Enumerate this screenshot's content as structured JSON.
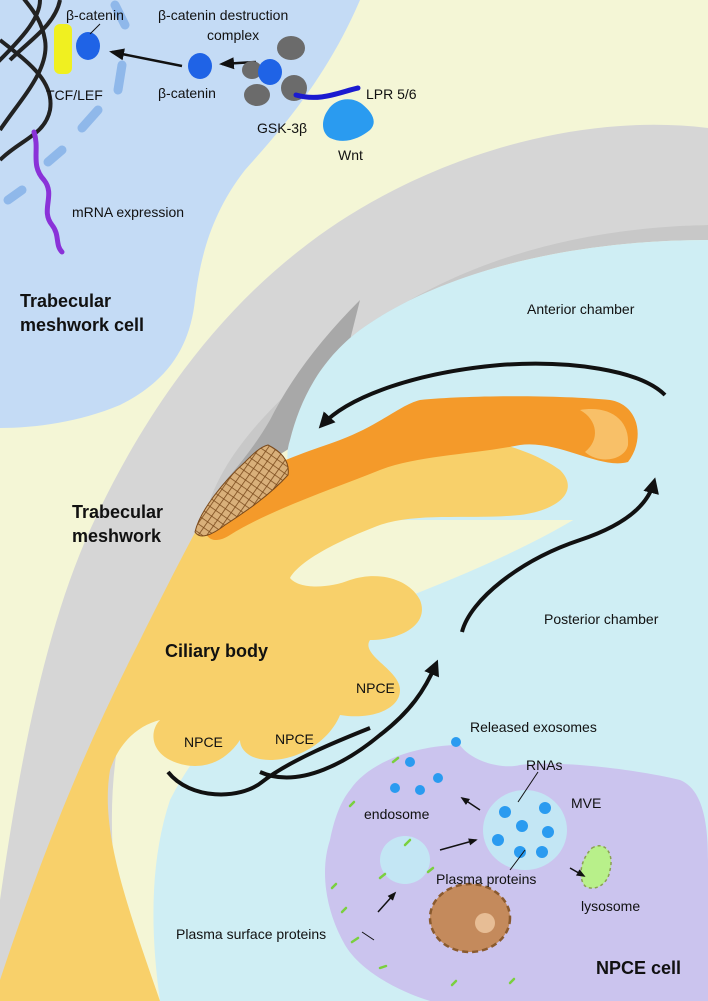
{
  "labels": {
    "beta_catenin_top": "β-catenin",
    "destruction_complex_line1": "β-catenin destruction",
    "destruction_complex_line2": "complex",
    "tcf_lef": "TCF/LEF",
    "beta_catenin_mid": "β-catenin",
    "gsk3b": "GSK-3β",
    "lpr": "LPR 5/6",
    "wnt": "Wnt",
    "mrna": "mRNA expression",
    "tm_cell_line1": "Trabecular",
    "tm_cell_line2": "meshwork cell",
    "anterior_chamber": "Anterior chamber",
    "tm_line1": "Trabecular",
    "tm_line2": "meshwork",
    "posterior_chamber": "Posterior chamber",
    "ciliary_body": "Ciliary body",
    "npce_1": "NPCE",
    "npce_2": "NPCE",
    "npce_3": "NPCE",
    "released_exosomes": "Released exosomes",
    "rnas": "RNAs",
    "mve": "MVE",
    "endosome": "endosome",
    "plasma_proteins": "Plasma proteins",
    "lysosome": "lysosome",
    "plasma_surface_proteins": "Plasma surface proteins",
    "npce_cell": "NPCE cell"
  },
  "colors": {
    "background": "#f4f6d6",
    "tm_cell": "#c4dbf5",
    "sclera": "#d6d6d6",
    "chamber": "#cfeef4",
    "ciliary_body": "#f8d06a",
    "iris": "#f49a2a",
    "meshwork": "#8a4e1f",
    "npce_cell": "#cbc4ee",
    "beta_catenin": "#1f63e6",
    "gsk3b": "#6b6b6b",
    "wnt": "#2a9bf0",
    "lpr": "#1a1ad0",
    "tcf": "#f0f020",
    "mrna": "#8a32d8",
    "nucleus": "#c48a5c",
    "lysosome": "#b8f08a",
    "surface_protein": "#7ad03e"
  }
}
